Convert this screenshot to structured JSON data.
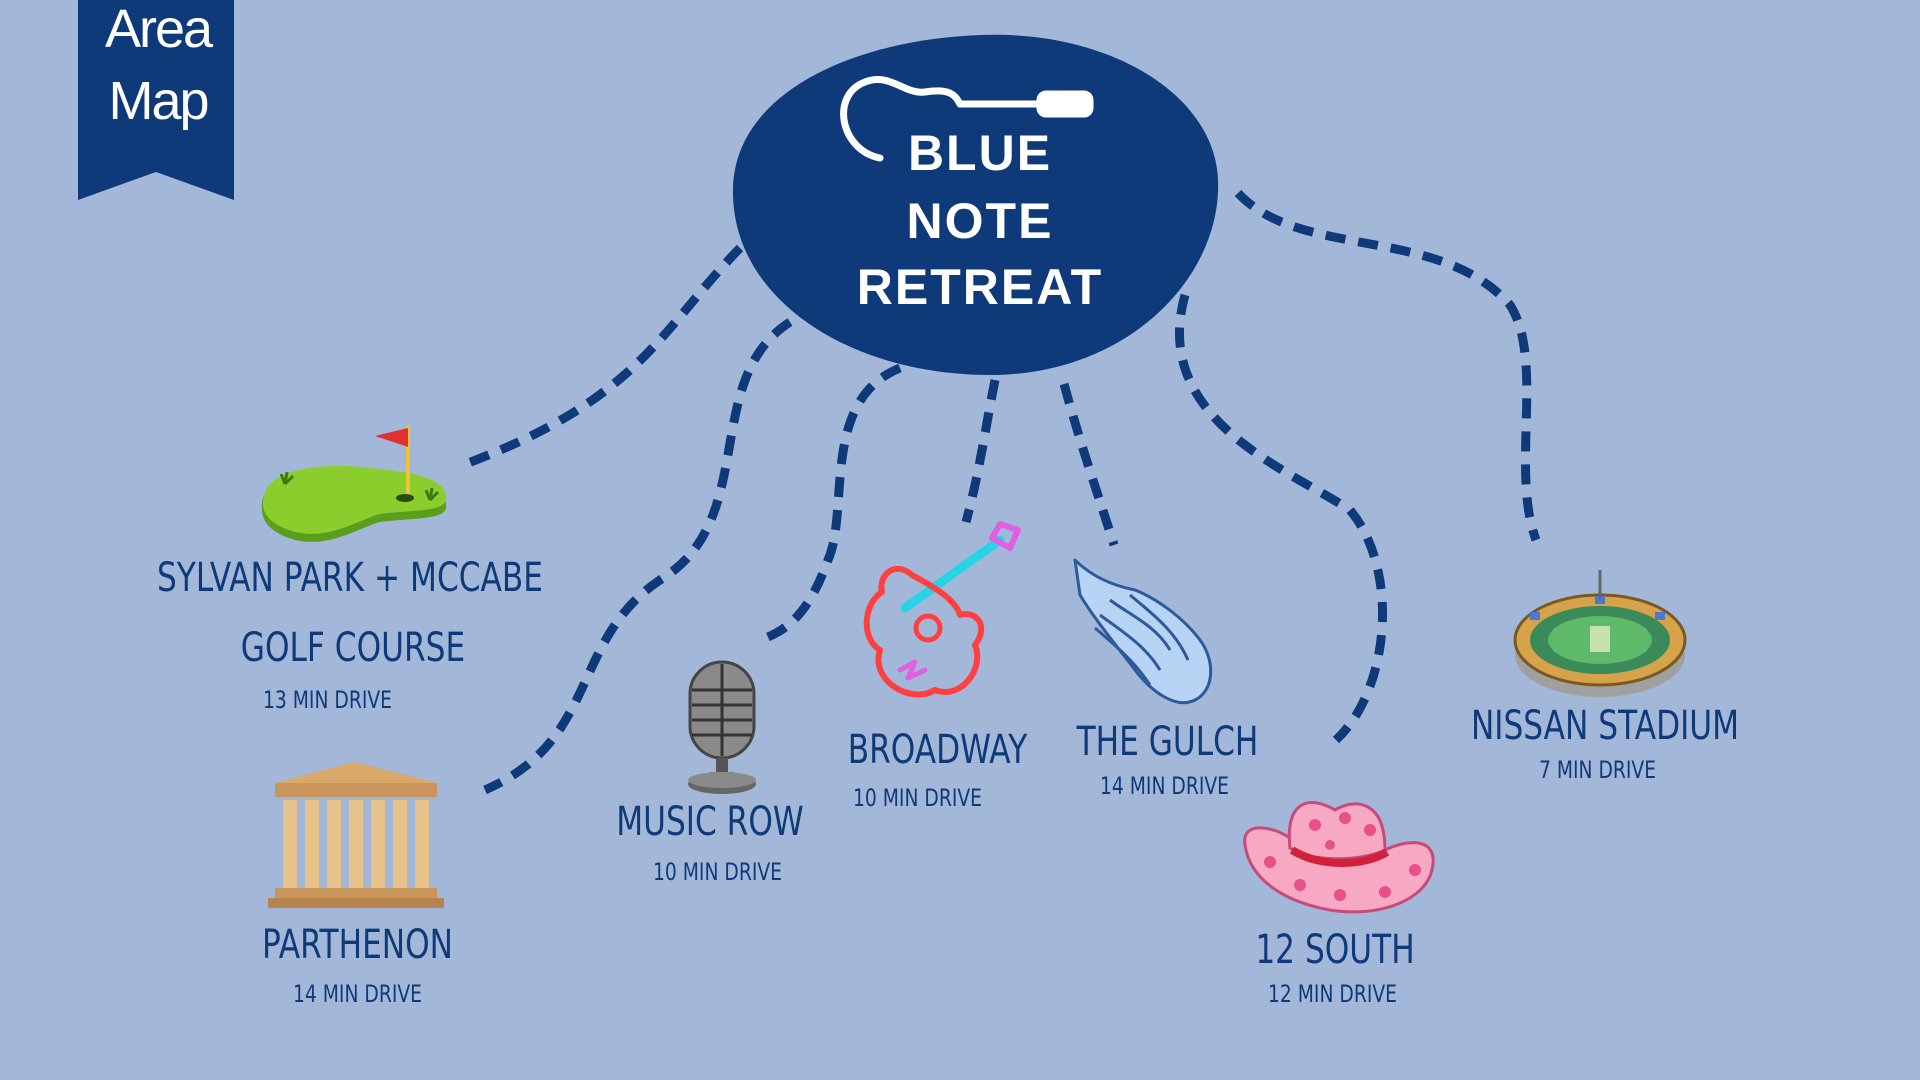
{
  "ribbon": {
    "line1": "Area",
    "line2": "Map"
  },
  "hub": {
    "line1": "BLUE",
    "line2": "NOTE",
    "line3": "RETREAT",
    "icon": "guitar-icon"
  },
  "colors": {
    "background": "#a3b8d9",
    "navy": "#0f3a7a",
    "white": "#ffffff"
  },
  "places": [
    {
      "key": "sylvan",
      "name_line1": "SYLVAN PARK + MCCABE",
      "name_line2": "GOLF COURSE",
      "drive": "13 MIN DRIVE",
      "icon": "golf-green-icon"
    },
    {
      "key": "parthenon",
      "name": "PARTHENON",
      "drive": "14 MIN DRIVE",
      "icon": "parthenon-icon"
    },
    {
      "key": "musicrow",
      "name": "MUSIC ROW",
      "drive": "10 MIN DRIVE",
      "icon": "microphone-icon"
    },
    {
      "key": "broadway",
      "name": "BROADWAY",
      "drive": "10 MIN DRIVE",
      "icon": "neon-guitar-icon"
    },
    {
      "key": "gulch",
      "name": "THE GULCH",
      "drive": "14 MIN DRIVE",
      "icon": "wing-icon"
    },
    {
      "key": "twelvesouth",
      "name": "12 SOUTH",
      "drive": "12 MIN DRIVE",
      "icon": "cowboy-hat-icon"
    },
    {
      "key": "nissan",
      "name": "NISSAN STADIUM",
      "drive": "7 MIN DRIVE",
      "icon": "stadium-icon"
    }
  ]
}
